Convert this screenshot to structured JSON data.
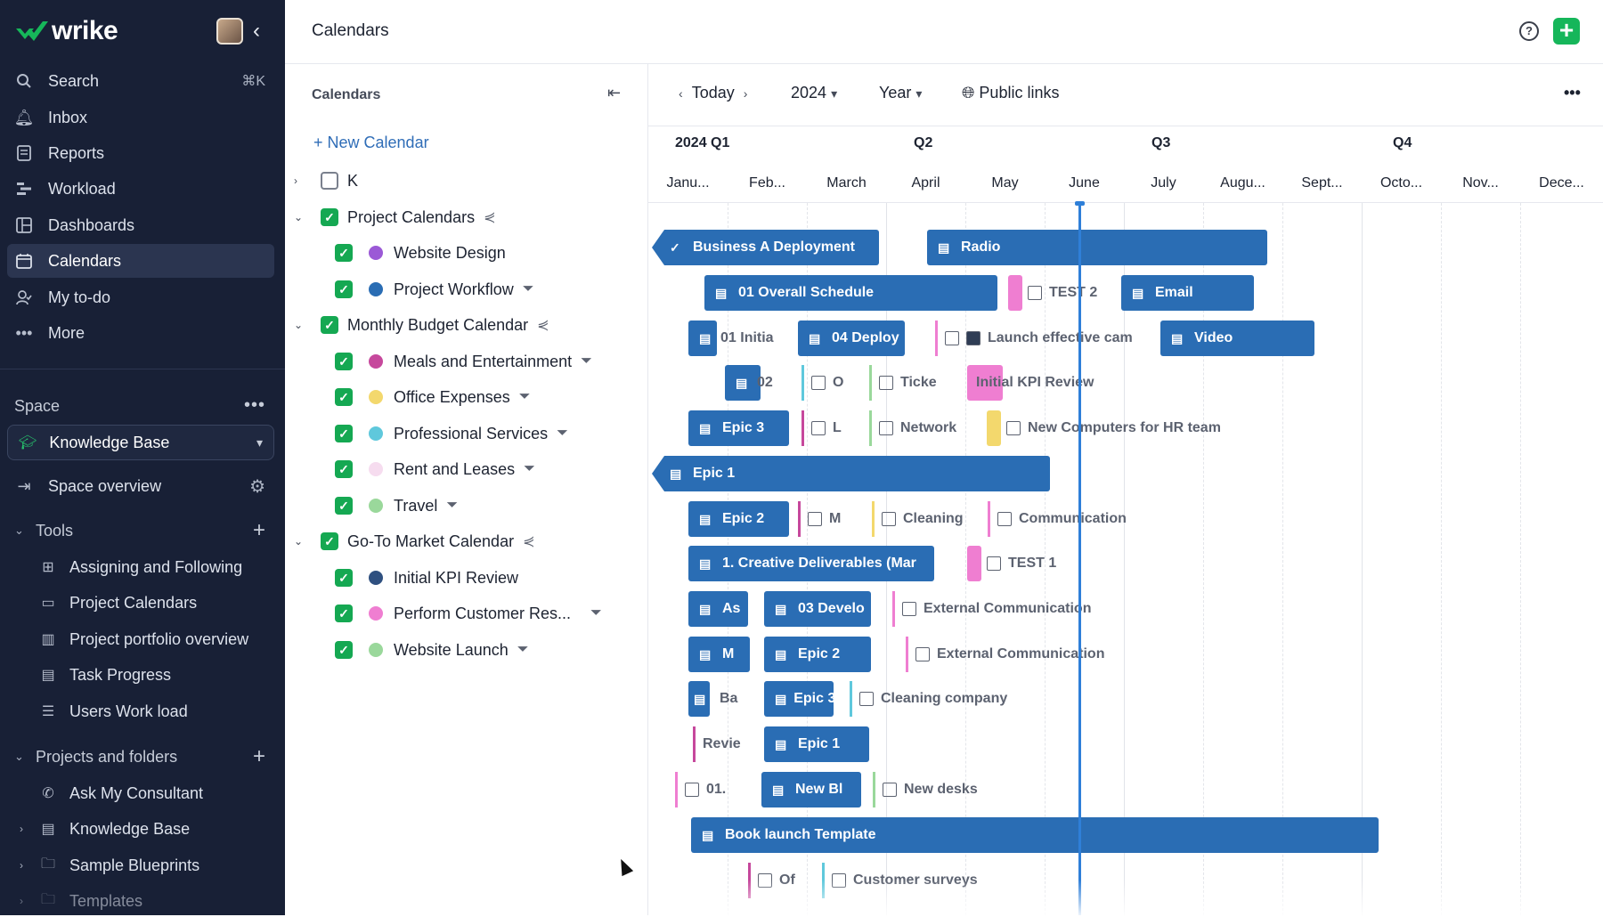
{
  "brand": {
    "name": "wrike",
    "accent": "#15a852",
    "sidebar_bg": "#182036"
  },
  "topbar": {
    "title": "Calendars",
    "help_icon": "help-icon",
    "add_icon": "plus-icon"
  },
  "nav": {
    "search": {
      "label": "Search",
      "shortcut": "⌘K"
    },
    "inbox": "Inbox",
    "reports": "Reports",
    "workload": "Workload",
    "dashboards": "Dashboards",
    "calendars": "Calendars",
    "mytodo": "My to-do",
    "more": "More"
  },
  "space": {
    "label": "Space",
    "selected": "Knowledge Base",
    "overview": "Space overview"
  },
  "tools": {
    "label": "Tools",
    "items": [
      "Assigning and Following",
      "Project Calendars",
      "Project portfolio overview",
      "Task Progress",
      "Users Work load"
    ]
  },
  "projects": {
    "label": "Projects and folders",
    "items": [
      "Ask My Consultant",
      "Knowledge Base",
      "Sample Blueprints",
      "Templates"
    ]
  },
  "calpanel": {
    "title": "Calendars",
    "new_calendar": "+ New Calendar",
    "k": "K",
    "groups": [
      {
        "name": "Project Calendars",
        "items": [
          {
            "label": "Website Design",
            "color": "#9b59d6"
          },
          {
            "label": "Project Workflow",
            "color": "#2a6db4"
          }
        ]
      },
      {
        "name": "Monthly Budget Calendar",
        "items": [
          {
            "label": "Meals and Entertainment",
            "color": "#c6489c"
          },
          {
            "label": "Office Expenses",
            "color": "#f3d86d"
          },
          {
            "label": "Professional Services",
            "color": "#5fc8dc"
          },
          {
            "label": "Rent and Leases",
            "color": "#f6dcef"
          },
          {
            "label": "Travel",
            "color": "#9ad89b"
          }
        ]
      },
      {
        "name": "Go-To Market Calendar",
        "items": [
          {
            "label": "Initial KPI Review",
            "color": "#2f5080"
          },
          {
            "label": "Perform Customer Res...",
            "color": "#ef7ed1"
          },
          {
            "label": "Website Launch",
            "color": "#9ad89b"
          }
        ]
      }
    ]
  },
  "timeline": {
    "today": "Today",
    "year": "2024",
    "scale": "Year",
    "public_links": "Public links",
    "quarters": [
      "2024 Q1",
      "Q2",
      "Q3",
      "Q4"
    ],
    "months": [
      "Janu...",
      "Feb...",
      "March",
      "April",
      "May",
      "June",
      "July",
      "Augu...",
      "Sept...",
      "Octo...",
      "Nov...",
      "Dece..."
    ],
    "bars": [
      "Business A Deployment",
      "Radio",
      "01 Overall Schedule",
      "TEST 2",
      "Email",
      "01 Initia",
      "04 Deploy",
      "Launch effective cam",
      "Video",
      "02",
      "O",
      "Ticke",
      "Initial KPI Review",
      "Epic 3",
      "L",
      "Network",
      "New Computers for HR team",
      "Epic 1",
      "Epic 2",
      "M",
      "Cleaning",
      "Communication",
      "1. Creative Deliverables (Mar",
      "TEST 1",
      "As",
      "03 Develo",
      "External Communication",
      "M",
      "Epic 2",
      "External Communication",
      "Ba",
      "Epic 3",
      "Cleaning company",
      "Revie",
      "Epic 1",
      "01.",
      "New Bl",
      "New desks",
      "Book launch Template",
      "Of",
      "Customer surveys"
    ]
  }
}
